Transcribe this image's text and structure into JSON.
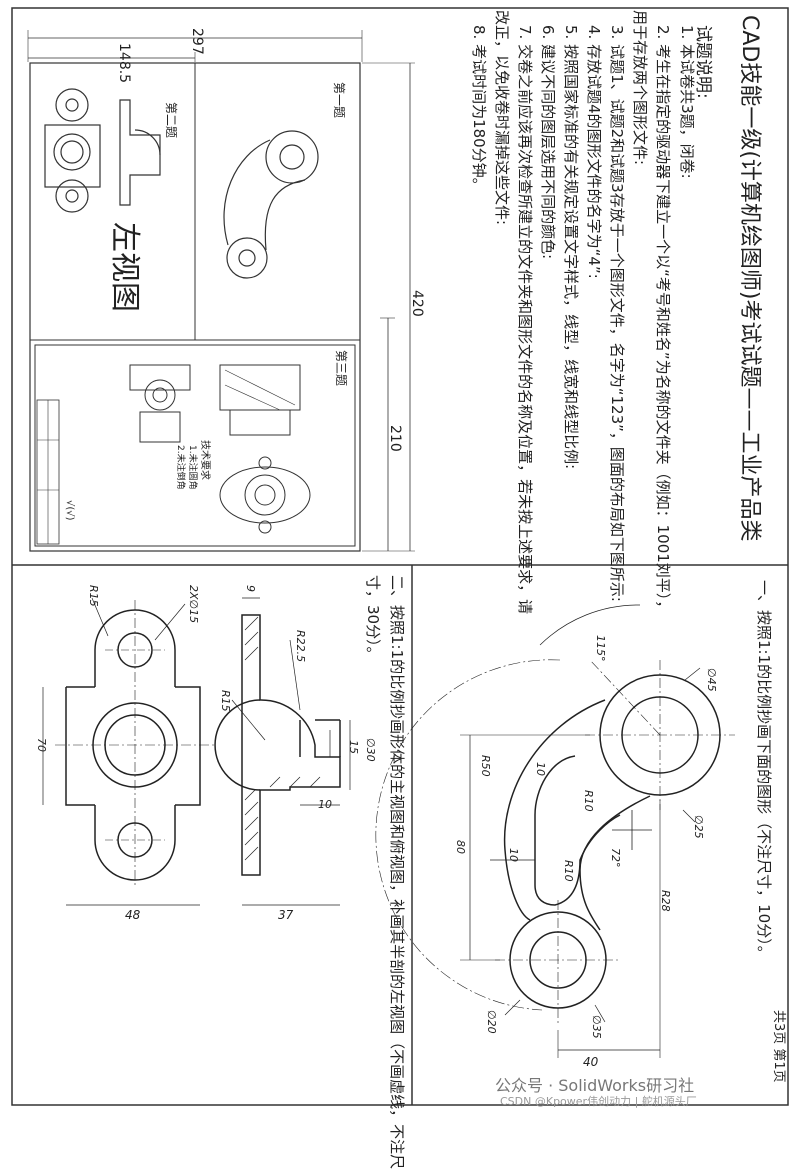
{
  "header": {
    "title": "CAD技能一级(计算机绘图师)考试试题——工业产品类",
    "instructions_heading": "试题说明:",
    "instructions": [
      "1. 本试卷共3题，闭卷:",
      "2. 考生在指定的驱动器下建立一个以“考号和姓名”为名称的文件夹（例如：1001刘平），",
      "用于存放两个图形文件:",
      "3. 试题1、试题2和试题3存放于一个图形文件，名字为“123”，图面的布局如下图所示:",
      "4. 存放试题4的图形文件的名字为“4”:",
      "5. 按照国家标准的有关规定设置文字样式，线型，线宽和线型比例:",
      "6. 建议不同的图层选用不同的颜色:",
      "7. 交卷之前应该再次检查所建立的文件夹和图形文件的名称及位置，若未按上述要求，请",
      "改正，以免收卷时漏掉这些文件:",
      "8. 考试时间为180分钟。"
    ]
  },
  "layout_sheet": {
    "dim_297": "297",
    "dim_148_5": "148.5",
    "dim_420": "420",
    "dim_210": "210",
    "label_q1": "第一题",
    "label_q2": "第二题",
    "label_q3": "第三题",
    "left_view_text": "左视图",
    "tech_req_title": "技术要求",
    "tech_req_lines": [
      "1.未注圆角",
      "2.未注倒角"
    ],
    "roughness": "√(√)"
  },
  "question1": {
    "text": "一、按照1:1的比例抄画下面的图形（不注尺寸，10分）。",
    "dims": {
      "angle_115": "115°",
      "d45": "∅45",
      "r50": "R50",
      "ten_a": "10",
      "r10_a": "R10",
      "d25": "∅25",
      "eighty": "80",
      "ten_b": "10",
      "angle_72": "72°",
      "r10_b": "R10",
      "r28": "R28",
      "d20": "∅20",
      "d35": "∅35",
      "forty": "40"
    }
  },
  "question2": {
    "text_line1": "二、按照1:1的比例抄画形体的主视图和俯视图，补画其半剖的左视图（不画虚线，不注尺",
    "text_line2": "寸，30分）。",
    "dims": {
      "r15_top": "R15",
      "hole": "2X∅15",
      "nine": "9",
      "r22_5": "R22.5",
      "r15_mid": "R15",
      "seventy": "70",
      "fifteen": "15",
      "d30": "∅30",
      "ten": "10",
      "fortyeight": "48",
      "thirtyseven": "37"
    }
  },
  "footer": {
    "page_info": "共3页 第1页",
    "watermark": "公众号 · SolidWorks研习社",
    "csdn": "CSDN @Kpower伟创动力 | 舵机源头厂"
  }
}
